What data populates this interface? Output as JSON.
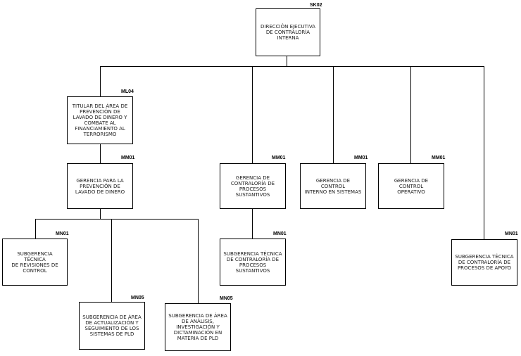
{
  "units": [
    {
      "id": "dir",
      "code": "SK02",
      "label": "DIRECCIÓN EJECUTIVA\nDE CONTRALORÍA\nINTERNA"
    },
    {
      "id": "titular-pld",
      "code": "ML04",
      "label": "TITULAR DEL ÁREA DE\nPREVENCIÓN DE\nLAVADO DE DINERO Y\nCOMBATE AL\nFINANCIAMIENTO AL\nTERRORISMO"
    },
    {
      "id": "gerencia-pld",
      "code": "MM01",
      "label": "GERENCIA PARA LA\nPREVENCIÓN DE\nLAVADO DE DINERO"
    },
    {
      "id": "gerencia-sustantivos",
      "code": "MM01",
      "label": "GERENCIA DE\nCONTRALORÍA DE\nPROCESOS\nSUSTANTIVOS"
    },
    {
      "id": "gerencia-sistemas",
      "code": "MM01",
      "label": "GERENCIA DE CONTROL\nINTERNO EN SISTEMAS"
    },
    {
      "id": "gerencia-operativo",
      "code": "MM01",
      "label": "GERENCIA DE CONTROL\nOPERATIVO"
    },
    {
      "id": "sub-revisiones",
      "code": "MN01",
      "label": "SUBGERENCIA TÉCNICA\nDE REVISIONES DE\nCONTROL"
    },
    {
      "id": "sub-actualizacion",
      "code": "MN05",
      "label": "SUBGERENCIA DE ÁREA\nDE ACTUALIZACIÓN Y\nSEGUIMIENTO DE LOS\nSISTEMAS DE PLD"
    },
    {
      "id": "sub-analisis",
      "code": "MN05",
      "label": "SUBGERENCIA DE ÁREA\nDE ANÁLISIS,\nINVESTIGACIÓN Y\nDICTAMINACIÓN EN\nMATERIA DE PLD"
    },
    {
      "id": "sub-sustantivos",
      "code": "MN01",
      "label": "SUBGERENCIA TÉCNICA\nDE CONTRALORÍA DE\nPROCESOS\nSUSTANTIVOS"
    },
    {
      "id": "sub-apoyo",
      "code": "MN01",
      "label": "SUBGERENCIA TÉCNICA\nDE CONTRALORÍA DE\nPROCESOS DE APOYO"
    }
  ]
}
